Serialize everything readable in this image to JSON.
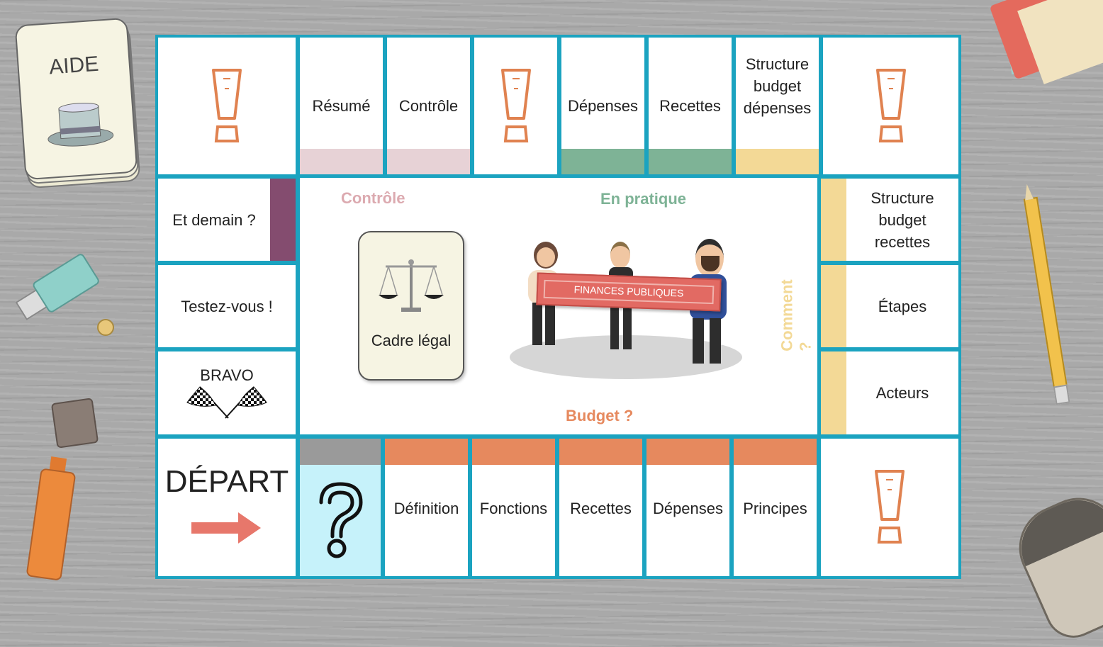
{
  "help_card": {
    "label": "AIDE",
    "icon": "top-hat-icon"
  },
  "colors": {
    "board_border": "#1ba3c0",
    "controle": "#e7d2d6",
    "pratique": "#7eb396",
    "structure": "#f3d996",
    "demain": "#844c6f",
    "budget": "#e6895e",
    "depart_strip": "#9a9a9a",
    "question_bg": "#c6f2fa",
    "exclamation": "#e08250"
  },
  "top_row": [
    {
      "type": "chance",
      "icon": "exclamation-icon"
    },
    {
      "label": "Résumé",
      "category": "controle"
    },
    {
      "label": "Contrôle",
      "category": "controle"
    },
    {
      "type": "chance",
      "icon": "exclamation-icon"
    },
    {
      "label": "Dépenses",
      "category": "pratique"
    },
    {
      "label": "Recettes",
      "category": "pratique"
    },
    {
      "label": "Structure budget dépenses",
      "category": "structure"
    },
    {
      "type": "chance",
      "icon": "exclamation-icon"
    }
  ],
  "left_column": [
    {
      "label": "Et demain ?",
      "category": "demain"
    },
    {
      "label": "Testez-vous !"
    },
    {
      "label": "BRAVO",
      "icon": "checkered-flags-icon"
    }
  ],
  "right_column": [
    {
      "label": "Structure budget recettes",
      "category": "structure"
    },
    {
      "label": "Étapes",
      "category": "structure"
    },
    {
      "label": "Acteurs",
      "category": "structure"
    }
  ],
  "bottom_row": [
    {
      "label": "DÉPART",
      "icon": "arrow-right-icon"
    },
    {
      "type": "question",
      "icon": "question-mark-icon"
    },
    {
      "label": "Définition",
      "category": "budget"
    },
    {
      "label": "Fonctions",
      "category": "budget"
    },
    {
      "label": "Recettes",
      "category": "budget"
    },
    {
      "label": "Dépenses",
      "category": "budget"
    },
    {
      "label": "Principes",
      "category": "budget"
    },
    {
      "type": "chance",
      "icon": "exclamation-icon"
    }
  ],
  "center": {
    "titles": {
      "controle": "Contrôle",
      "pratique": "En pratique",
      "comment": "Comment ?",
      "budget": "Budget ?"
    },
    "legal_card": {
      "label": "Cadre légal",
      "icon": "scales-icon"
    },
    "illustration": {
      "banner": "FINANCES PUBLIQUES"
    }
  }
}
